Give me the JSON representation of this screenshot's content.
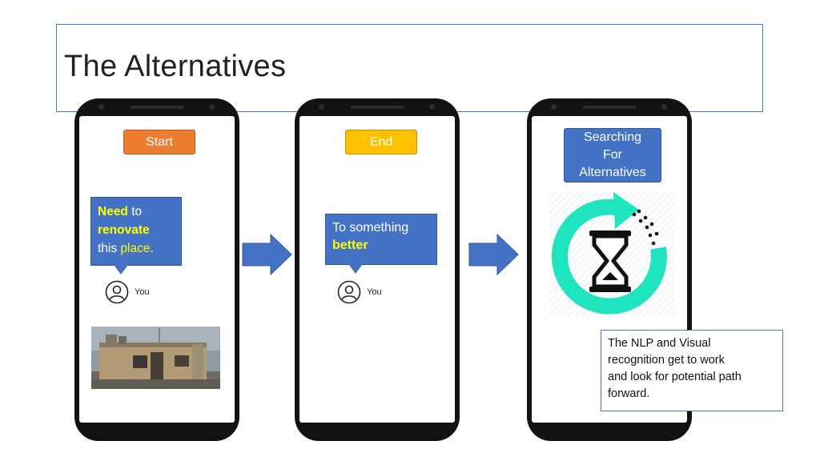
{
  "slide": {
    "title": "The Alternatives"
  },
  "phones": [
    {
      "tag": "Start",
      "tag_color": "#ed7d31",
      "bubble": {
        "w1": "Need",
        "w2": " to",
        "w3": "renovate",
        "w4": "this ",
        "w5": "place",
        "w6": "."
      },
      "user_label": "You",
      "photo": "house-photo"
    },
    {
      "tag": "End",
      "tag_color": "#ffc000",
      "bubble": {
        "line1": "To something",
        "line2": "better"
      },
      "user_label": "You"
    },
    {
      "tag_lines": [
        "Searching",
        "For",
        "Alternatives"
      ],
      "tag_color": "#4472c4",
      "icon": "hourglass-refresh-icon"
    }
  ],
  "callout": {
    "lines": [
      "The NLP and Visual",
      "recognition get to work",
      "and look for potential path",
      "forward."
    ]
  },
  "colors": {
    "arrow": "#4472c4",
    "teal": "#1ee5c0",
    "highlight": "#ffff00"
  }
}
